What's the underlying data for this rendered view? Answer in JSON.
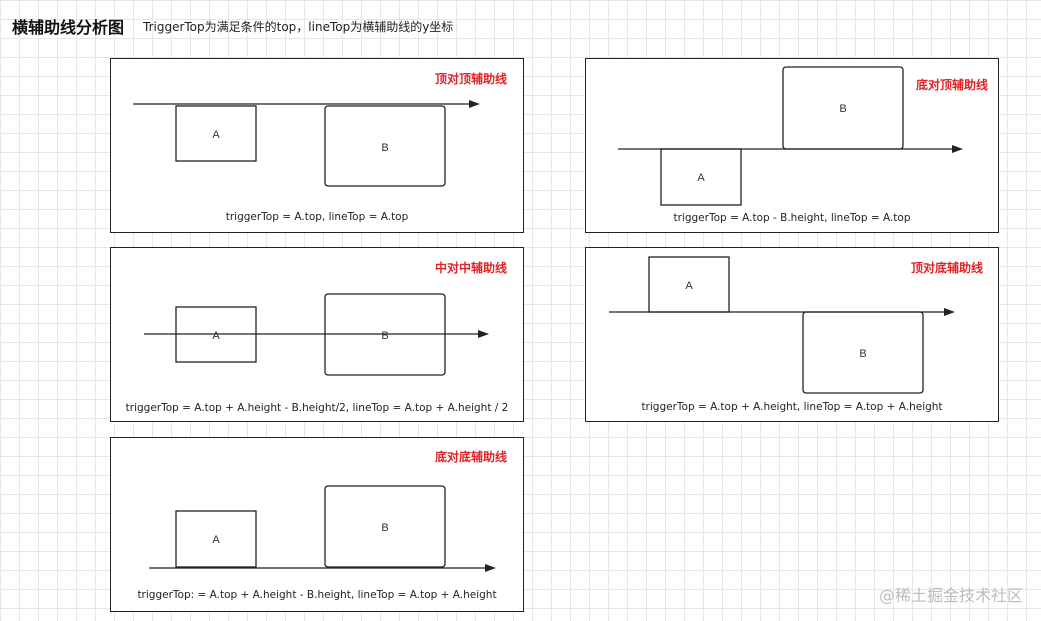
{
  "title": "横辅助线分析图",
  "subtitle": "TriggerTop为满足条件的top，lineTop为横辅助线的y坐标",
  "panels": [
    {
      "tag": "顶对顶辅助线",
      "formula": "triggerTop = A.top, lineTop = A.top",
      "box_a": "A",
      "box_b": "B"
    },
    {
      "tag": "底对顶辅助线",
      "formula": "triggerTop = A.top - B.height,  lineTop = A.top",
      "box_a": "A",
      "box_b": "B"
    },
    {
      "tag": "中对中辅助线",
      "formula": "triggerTop = A.top + A.height - B.height/2,   lineTop = A.top + A.height / 2",
      "box_a": "A",
      "box_b": "B"
    },
    {
      "tag": "顶对底辅助线",
      "formula": "triggerTop = A.top + A.height,  lineTop = A.top + A.height",
      "box_a": "A",
      "box_b": "B"
    },
    {
      "tag": "底对底辅助线",
      "formula": "triggerTop: = A.top + A.height - B.height,  lineTop = A.top + A.height",
      "box_a": "A",
      "box_b": "B"
    }
  ],
  "watermark": "@稀土掘金技术社区",
  "colors": {
    "tag": "#e0242a",
    "stroke": "#222222",
    "grid": "#e6e6e6"
  }
}
